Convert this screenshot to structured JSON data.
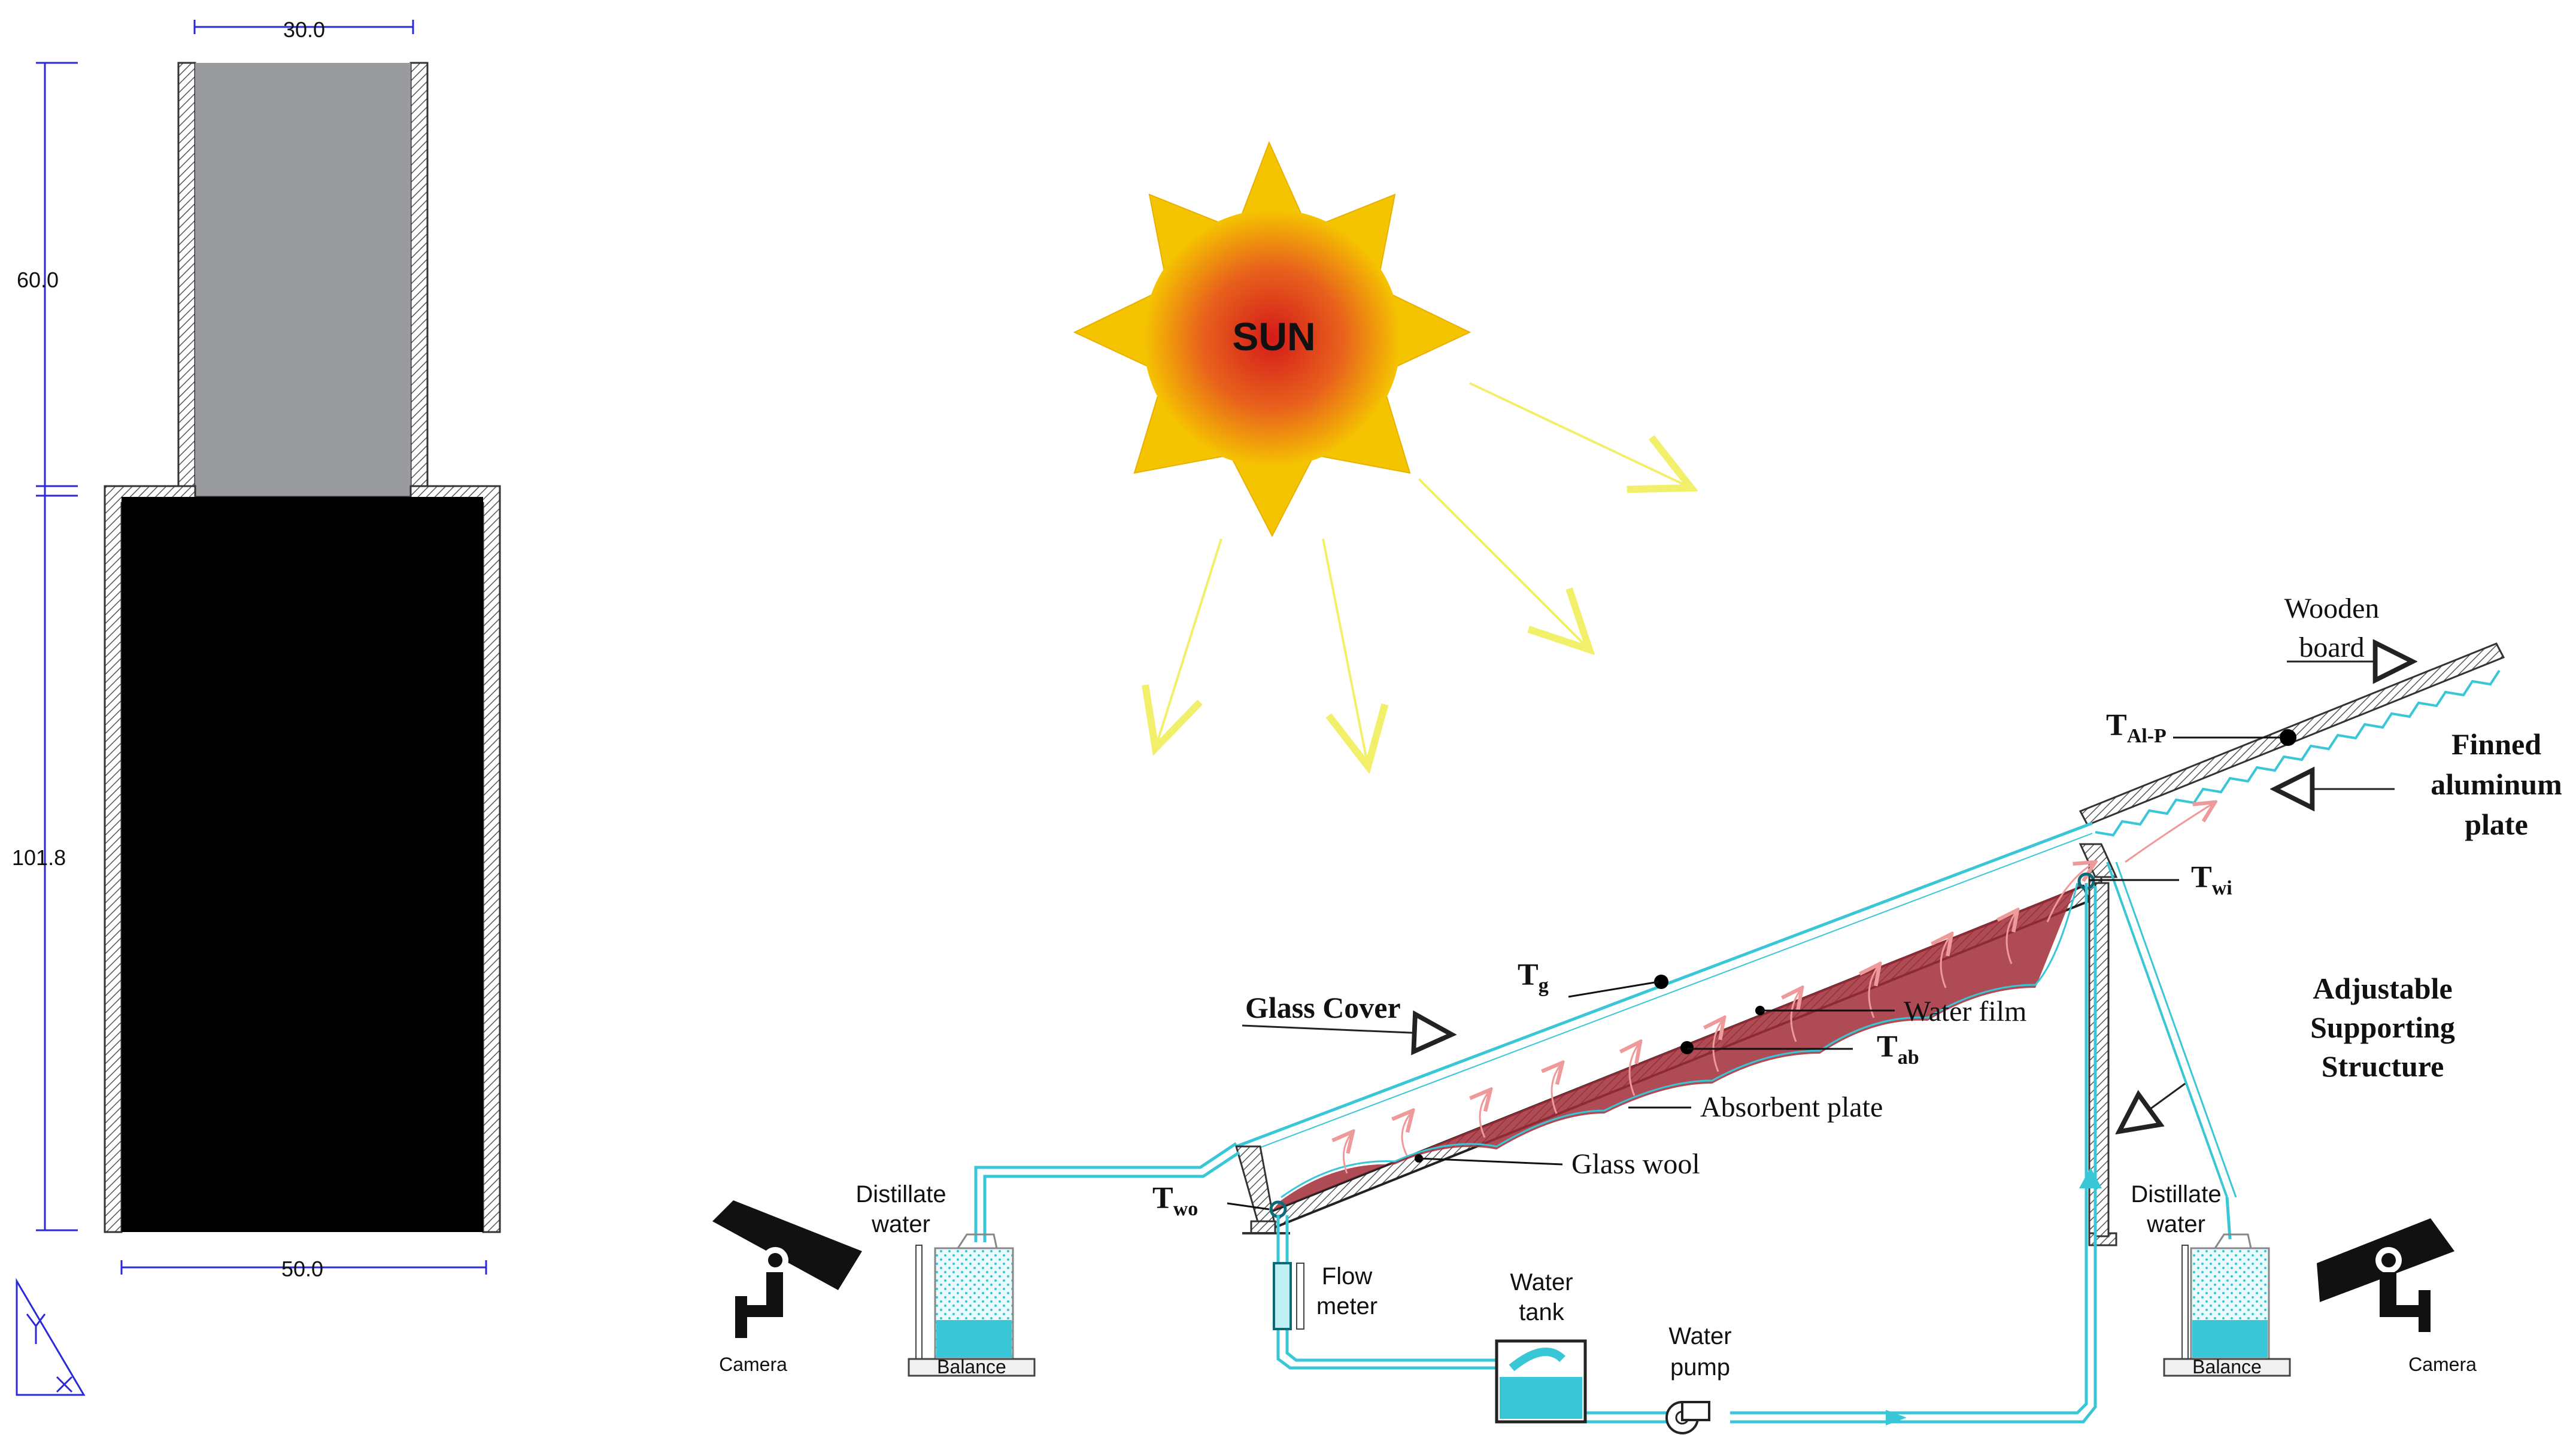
{
  "dimensions": {
    "top_width": "30.0",
    "top_height": "60.0",
    "bottom_height": "101.8",
    "bottom_width": "50.0"
  },
  "sun": {
    "label": "SUN"
  },
  "labels": {
    "wooden_board": [
      "Wooden",
      "board"
    ],
    "finned_plate": [
      "Finned",
      "aluminum",
      "plate"
    ],
    "glass_cover": "Glass Cover",
    "water_film": "Water film",
    "absorbent_plate": "Absorbent plate",
    "glass_wool": "Glass wool",
    "adjustable_support": [
      "Adjustable",
      "Supporting",
      "Structure"
    ],
    "distillate_left": [
      "Distillate",
      "water"
    ],
    "distillate_right": [
      "Distillate",
      "water"
    ],
    "flow_meter": [
      "Flow",
      "meter"
    ],
    "water_tank": [
      "Water",
      "tank"
    ],
    "water_pump": [
      "Water",
      "pump"
    ],
    "balance_left": "Balance",
    "balance_right": "Balance",
    "camera_left": "Camera",
    "camera_right": "Camera"
  },
  "temps": {
    "t_al_p": {
      "main": "T",
      "sub": "Al-P"
    },
    "t_wi": {
      "main": "T",
      "sub": "wi"
    },
    "t_g": {
      "main": "T",
      "sub": "g"
    },
    "t_ab": {
      "main": "T",
      "sub": "ab"
    },
    "t_wo": {
      "main": "T",
      "sub": "wo"
    }
  },
  "colors": {
    "dimension_line": "#2a2ad6",
    "column_gray": "#9a9b9f",
    "column_black": "#000000",
    "water_cyan": "#39c6d6",
    "sun_core": "#d42a1f",
    "sun_ray": "#f5c400",
    "sun_arrow": "#f2ef6a",
    "film_red": "#a02b36"
  }
}
